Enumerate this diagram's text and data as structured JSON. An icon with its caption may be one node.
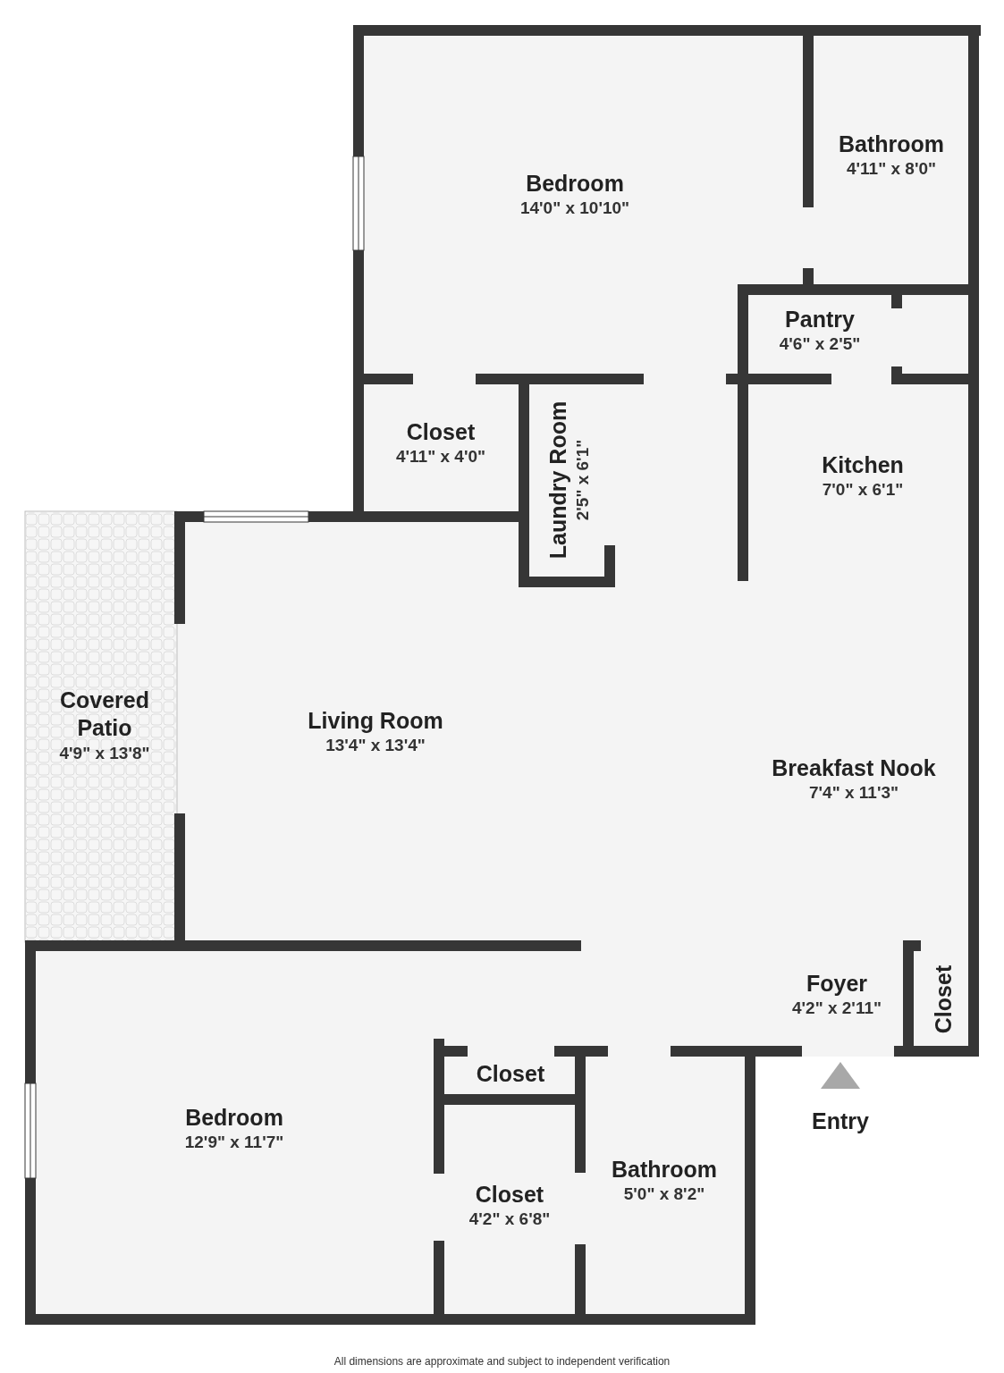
{
  "diagram": {
    "caption": "All dimensions are approximate and subject to independent verification",
    "nodes": [
      {
        "text": [
          "Bedroom",
          "14'0\" x 10'10\""
        ]
      },
      {
        "text": [
          "Bathroom",
          "4'11\" x 8'0\""
        ]
      },
      {
        "text": [
          "Pantry",
          "4'6\" x 2'5\""
        ]
      },
      {
        "text": [
          "Closet",
          "4'11\" x 4'0\""
        ]
      },
      {
        "text": [
          "Laundry Room",
          "2'5\" x 6'1\""
        ]
      },
      {
        "text": [
          "Kitchen",
          "7'0\" x 6'1\""
        ]
      },
      {
        "text": [
          "Covered Patio",
          "4'9\" x 13'8\""
        ]
      },
      {
        "text": [
          "Living Room",
          "13'4\" x 13'4\""
        ]
      },
      {
        "text": [
          "Breakfast Nook",
          "7'4\" x 11'3\""
        ]
      },
      {
        "text": [
          "Foyer",
          "4'2\" x 2'11\""
        ]
      },
      {
        "text": [
          "Closet"
        ]
      },
      {
        "text": [
          "Closet"
        ]
      },
      {
        "text": [
          "Bedroom",
          "12'9\" x 11'7\""
        ]
      },
      {
        "text": [
          "Closet",
          "4'2\" x 6'8\""
        ]
      },
      {
        "text": [
          "Bathroom",
          "5'0\" x 8'2\""
        ]
      }
    ],
    "labels": [
      "Entry"
    ]
  }
}
